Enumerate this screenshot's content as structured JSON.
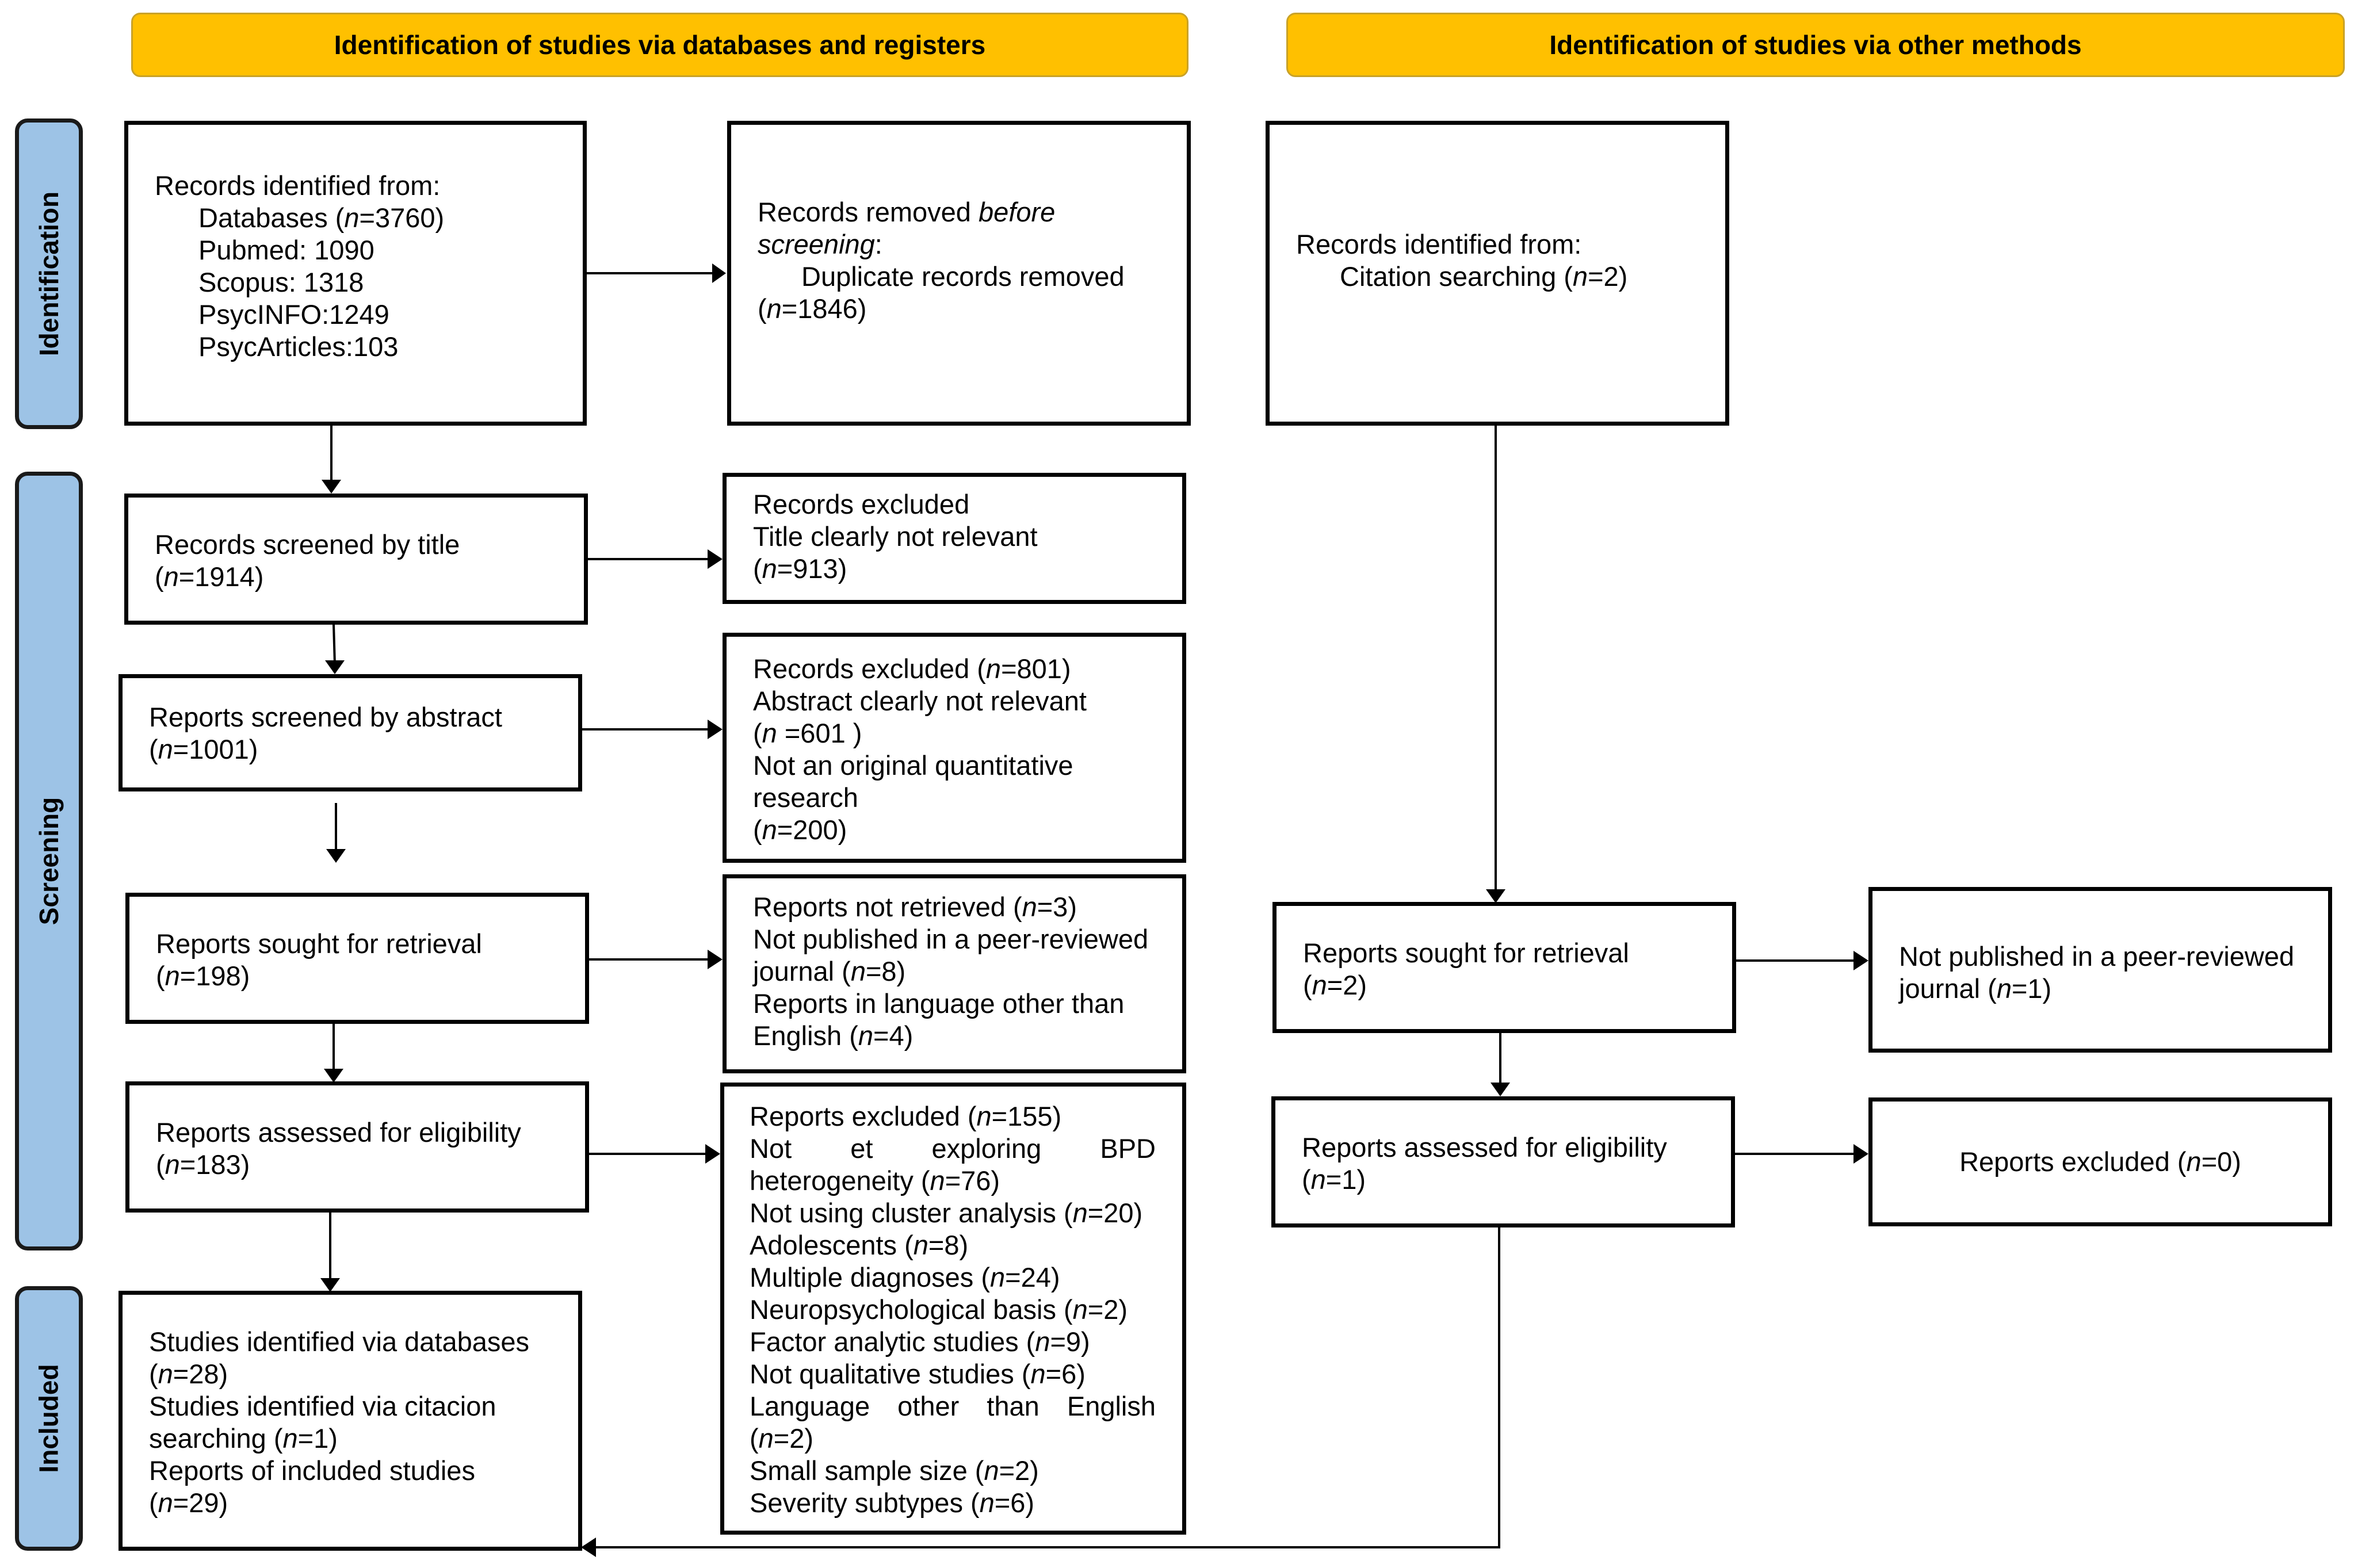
{
  "headers": {
    "databases": "Identification of studies via databases and registers",
    "other": "Identification of studies via other methods"
  },
  "stages": {
    "identification": "Identification",
    "screening": "Screening",
    "included": "Included"
  },
  "left": {
    "identified": [
      "Records identified from:",
      "Databases (n=3760)",
      "Pubmed: 1090",
      "Scopus: 1318",
      "PsycINFO:1249",
      "PsycArticles:103"
    ],
    "removed": [
      "Records removed before",
      "screening:",
      "Duplicate records removed",
      "(n=1846)"
    ],
    "screened_title": [
      "Records screened by title",
      "(n=1914)"
    ],
    "excluded_title": [
      "Records excluded",
      "Title clearly not relevant",
      "(n=913)"
    ],
    "screened_abstract": [
      "Reports screened by abstract",
      "(n=1001)"
    ],
    "excluded_abstract": [
      "Records excluded (n=801)",
      "Abstract clearly not relevant",
      "(n =601 )",
      "Not an original quantitative",
      "research",
      "(n=200)"
    ],
    "sought": [
      "Reports sought for retrieval",
      "(n=198)"
    ],
    "not_retrieved": [
      "Reports not retrieved (n=3)",
      "Not published in a peer-reviewed",
      "journal (n=8)",
      "Reports in language other than",
      "English (n=4)"
    ],
    "assessed": [
      "Reports assessed for eligibility",
      "(n=183)"
    ],
    "excluded_reports": [
      "Reports excluded (n=155)",
      "Not et exploring BPD",
      "heterogeneity (n=76)",
      "Not using cluster analysis (n=20)",
      "Adolescents (n=8)",
      "Multiple diagnoses (n=24)",
      "Neuropsychological basis (n=2)",
      "Factor analytic studies (n=9)",
      "Not qualitative studies (n=6)",
      "Language other than English",
      "(n=2)",
      "Small sample size (n=2)",
      "Severity subtypes (n=6)"
    ],
    "included": [
      "Studies identified via databases",
      "(n=28)",
      "Studies identified via citacion",
      "searching (n=1)",
      "Reports of included studies",
      "(n=29)"
    ]
  },
  "right": {
    "identified": [
      "Records identified from:",
      "Citation searching (n=2)"
    ],
    "sought": [
      "Reports sought for retrieval",
      "(n=2)"
    ],
    "not_published": [
      "Not published in a peer-reviewed",
      "journal (n=1)"
    ],
    "assessed": [
      "Reports assessed for eligibility",
      "(n=1)"
    ],
    "excluded": [
      "Reports excluded (n=0)"
    ]
  },
  "colors": {
    "header_fill": "#FFC000",
    "stage_fill": "#9DC3E6",
    "border": "#000000"
  }
}
